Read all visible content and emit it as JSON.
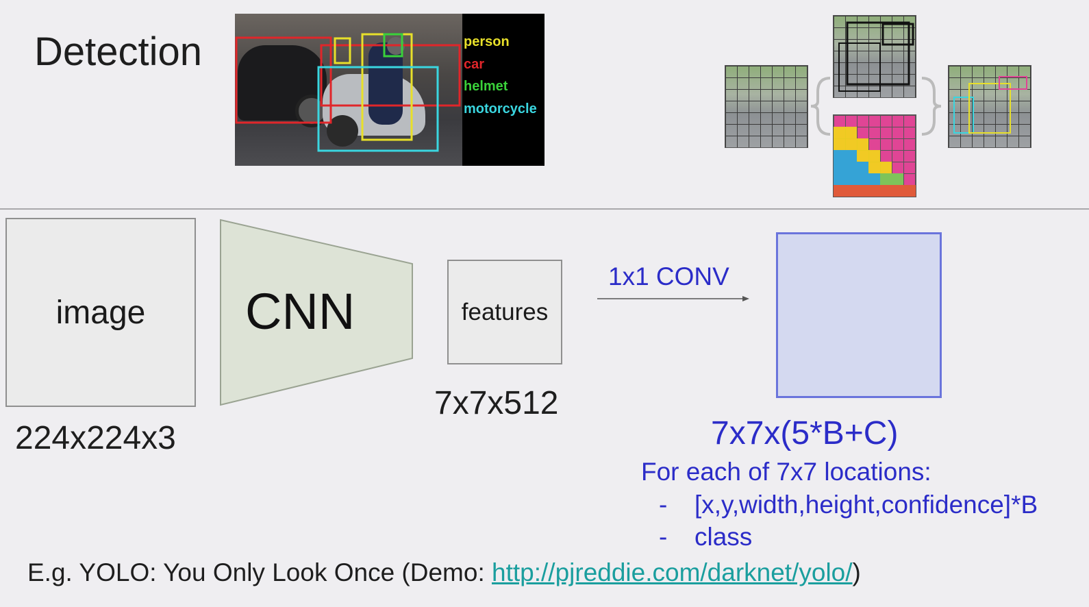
{
  "title": "Detection",
  "detection_legend": [
    {
      "label": "person",
      "color": "#e8e02a"
    },
    {
      "label": "car",
      "color": "#e0262a"
    },
    {
      "label": "helmet",
      "color": "#3ad13a"
    },
    {
      "label": "motorcycle",
      "color": "#3ad6e0"
    }
  ],
  "pipeline": {
    "image_label": "image",
    "image_dims": "224x224x3",
    "cnn_label": "CNN",
    "features_label": "features",
    "features_dims": "7x7x512",
    "conv_label": "1x1 CONV",
    "output_dims": "7x7x(5*B+C)",
    "output_desc": "For each of 7x7 locations:",
    "bullets": [
      {
        "dash": "-",
        "text": "[x,y,width,height,confidence]*B"
      },
      {
        "dash": "-",
        "text": "class"
      }
    ]
  },
  "footer": {
    "prefix": "E.g. YOLO: You Only Look Once (Demo: ",
    "link_text": "http://pjreddie.com/darknet/yolo/",
    "suffix": ")"
  },
  "colors": {
    "cnn_fill": "#dde3d6",
    "output_fill": "#d4d9f0",
    "output_border": "#6a74dc",
    "text_blue": "#2b2cc8",
    "link": "#1a9e9e"
  }
}
